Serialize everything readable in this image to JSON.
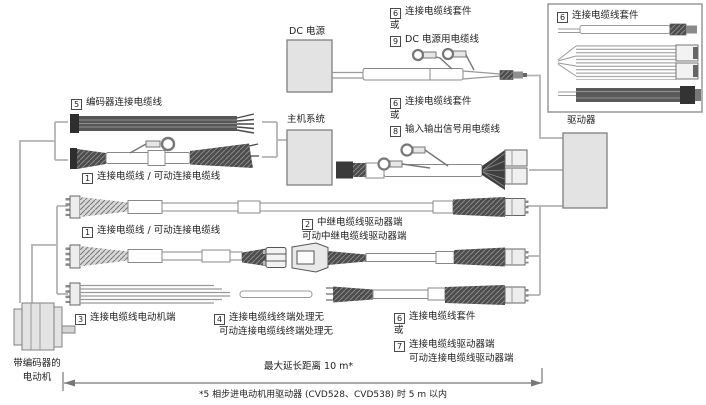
{
  "boxes": {
    "dc_power": "DC 电源",
    "host_system": "主机系统",
    "driver": "驱动器",
    "motor": [
      "带编码器的",
      "电动机"
    ]
  },
  "labels": {
    "encoder_cable": {
      "num": "5",
      "text": "编码器连接电缆线"
    },
    "connection_cable_top": {
      "num": "1",
      "text": "连接电缆线 / 可动连接电缆线"
    },
    "connection_cable_bottom": {
      "num": "1",
      "text": "连接电缆线 / 可动连接电缆线"
    },
    "relay_cable_driver_end": {
      "num": "2",
      "line1": "中继电缆线驱动器端",
      "line2": "可动中继电缆线驱动器端"
    },
    "cable_motor_end": {
      "num": "3",
      "text": "连接电缆线电动机端"
    },
    "cable_no_termination": {
      "num": "4",
      "line1": "连接电缆线终端处理无",
      "line2": "可动连接电缆线终端处理无"
    },
    "kit_or_dc": {
      "num1": "6",
      "text1": "连接电缆线套件",
      "or": "或",
      "num2": "9",
      "text2": "DC 电源用电缆线"
    },
    "kit_or_io": {
      "num1": "6",
      "text1": "连接电缆线套件",
      "or": "或",
      "num2": "8",
      "text2": "输入输出信号用电缆线"
    },
    "kit_or_driver_end": {
      "num1": "6",
      "text1": "连接电缆线套件",
      "or": "或",
      "num2": "7",
      "text2": "连接电缆线驱动器端",
      "line2": "可动连接电缆线驱动器端"
    },
    "kit_box": {
      "num": "6",
      "text": "连接电缆线套件"
    }
  },
  "dimension": {
    "label": "最大延长距离 10 m*"
  },
  "footnote": "*5 相步进电动机用驱动器 (CVD528、CVD538) 时 5 m 以内",
  "colors": {
    "box_fill": "#e3e3e3",
    "box_border": "#808080",
    "dark_cable": "#4c4c4c",
    "link_line": "#b3b3b3",
    "text": "#1f1f1f"
  }
}
